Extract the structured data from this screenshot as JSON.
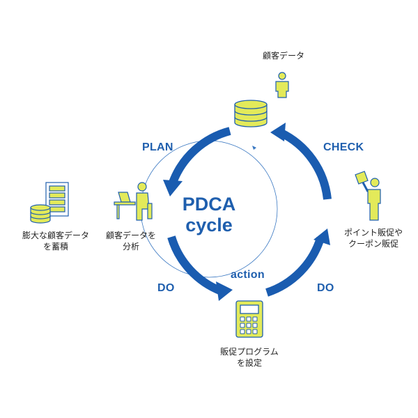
{
  "colors": {
    "arrow": "#1a5cb0",
    "thin_circle": "#3a78c2",
    "icon_fill": "#e3ea5a",
    "icon_stroke": "#1f5fae",
    "text_blue": "#1f5fae"
  },
  "center": {
    "line1": "PDCA",
    "line2": "cycle"
  },
  "phases": {
    "plan": "PLAN",
    "check": "CHECK",
    "do_left": "DO",
    "do_right": "DO",
    "action": "action"
  },
  "labels": {
    "customer_data_top": "顧客データ",
    "accumulate_line1": "膨大な顧客データ",
    "accumulate_line2": "を蓄積",
    "analyze_line1": "顧客データを",
    "analyze_line2": "分析",
    "point_sales_line1": "ポイント販促や",
    "point_sales_line2": "クーポン販促",
    "program_line1": "販促プログラム",
    "program_line2": "を設定"
  },
  "icons": [
    "person-icon",
    "database-icon",
    "server-rack-icon",
    "database-small-icon",
    "person-at-desk-icon",
    "person-with-sign-icon",
    "mobile-device-icon"
  ]
}
